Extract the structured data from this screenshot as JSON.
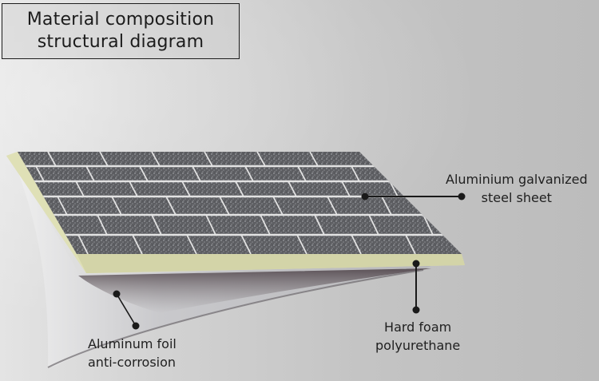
{
  "title": {
    "line1": "Material composition",
    "line2": "structural diagram"
  },
  "layers": [
    {
      "id": "steel",
      "label_line1": "Aluminium galvanized",
      "label_line2": "steel sheet",
      "color": "#5e5f63"
    },
    {
      "id": "foam",
      "label_line1": "Hard foam",
      "label_line2": "polyurethane",
      "color": "#d9dbb0"
    },
    {
      "id": "foil",
      "label_line1": "Aluminum foil",
      "label_line2": "anti-corrosion",
      "color": "#cfcfd2"
    }
  ],
  "colors": {
    "leader_line": "#1a1a1a",
    "title_border": "#1e1e1e",
    "grout": "#e2e2e2"
  }
}
